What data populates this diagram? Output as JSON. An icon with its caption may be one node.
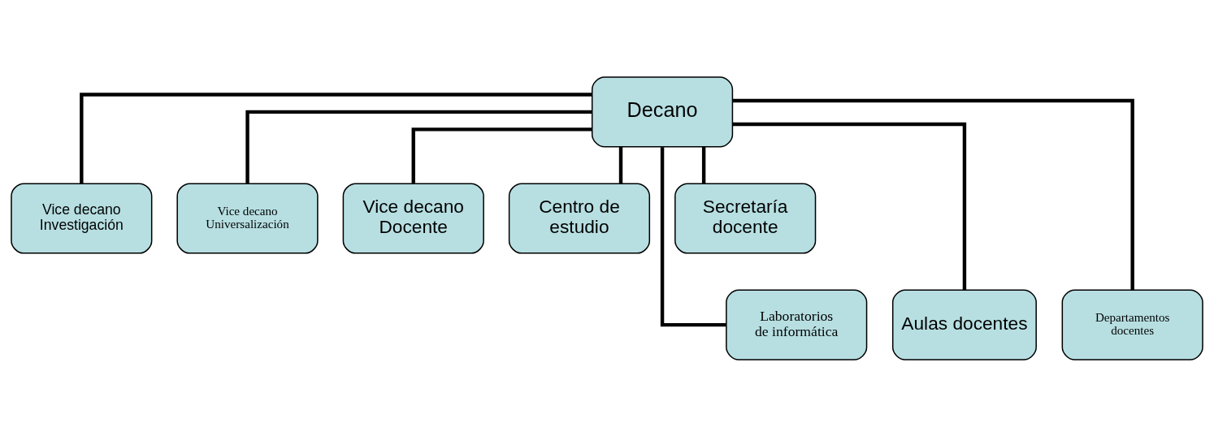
{
  "diagram": {
    "nodes": [
      {
        "text": [
          "Decano"
        ]
      },
      {
        "text": [
          "Vice decano Investigación"
        ]
      },
      {
        "text": [
          "Vice decano Universalización"
        ]
      },
      {
        "text": [
          "Vice decano Docente"
        ]
      },
      {
        "text": [
          "Centro de estudio"
        ]
      },
      {
        "text": [
          "Secretaría docente"
        ]
      },
      {
        "text": [
          "Laboratorios de informática"
        ]
      },
      {
        "text": [
          "Aulas docentes"
        ]
      },
      {
        "text": [
          "Departamentos docentes"
        ]
      }
    ],
    "edges": [
      {
        "from": 0,
        "to": 1,
        "arrow": "none"
      },
      {
        "from": 0,
        "to": 6,
        "arrow": "none"
      },
      {
        "from": 0,
        "to": 2,
        "arrow": "none"
      },
      {
        "from": 0,
        "to": 3,
        "arrow": "none"
      },
      {
        "from": 0,
        "to": 4,
        "arrow": "none"
      },
      {
        "from": 0,
        "to": 7,
        "arrow": "none"
      },
      {
        "from": 0,
        "to": 8,
        "arrow": "none"
      },
      {
        "from": 0,
        "to": 5,
        "arrow": "none"
      }
    ]
  }
}
